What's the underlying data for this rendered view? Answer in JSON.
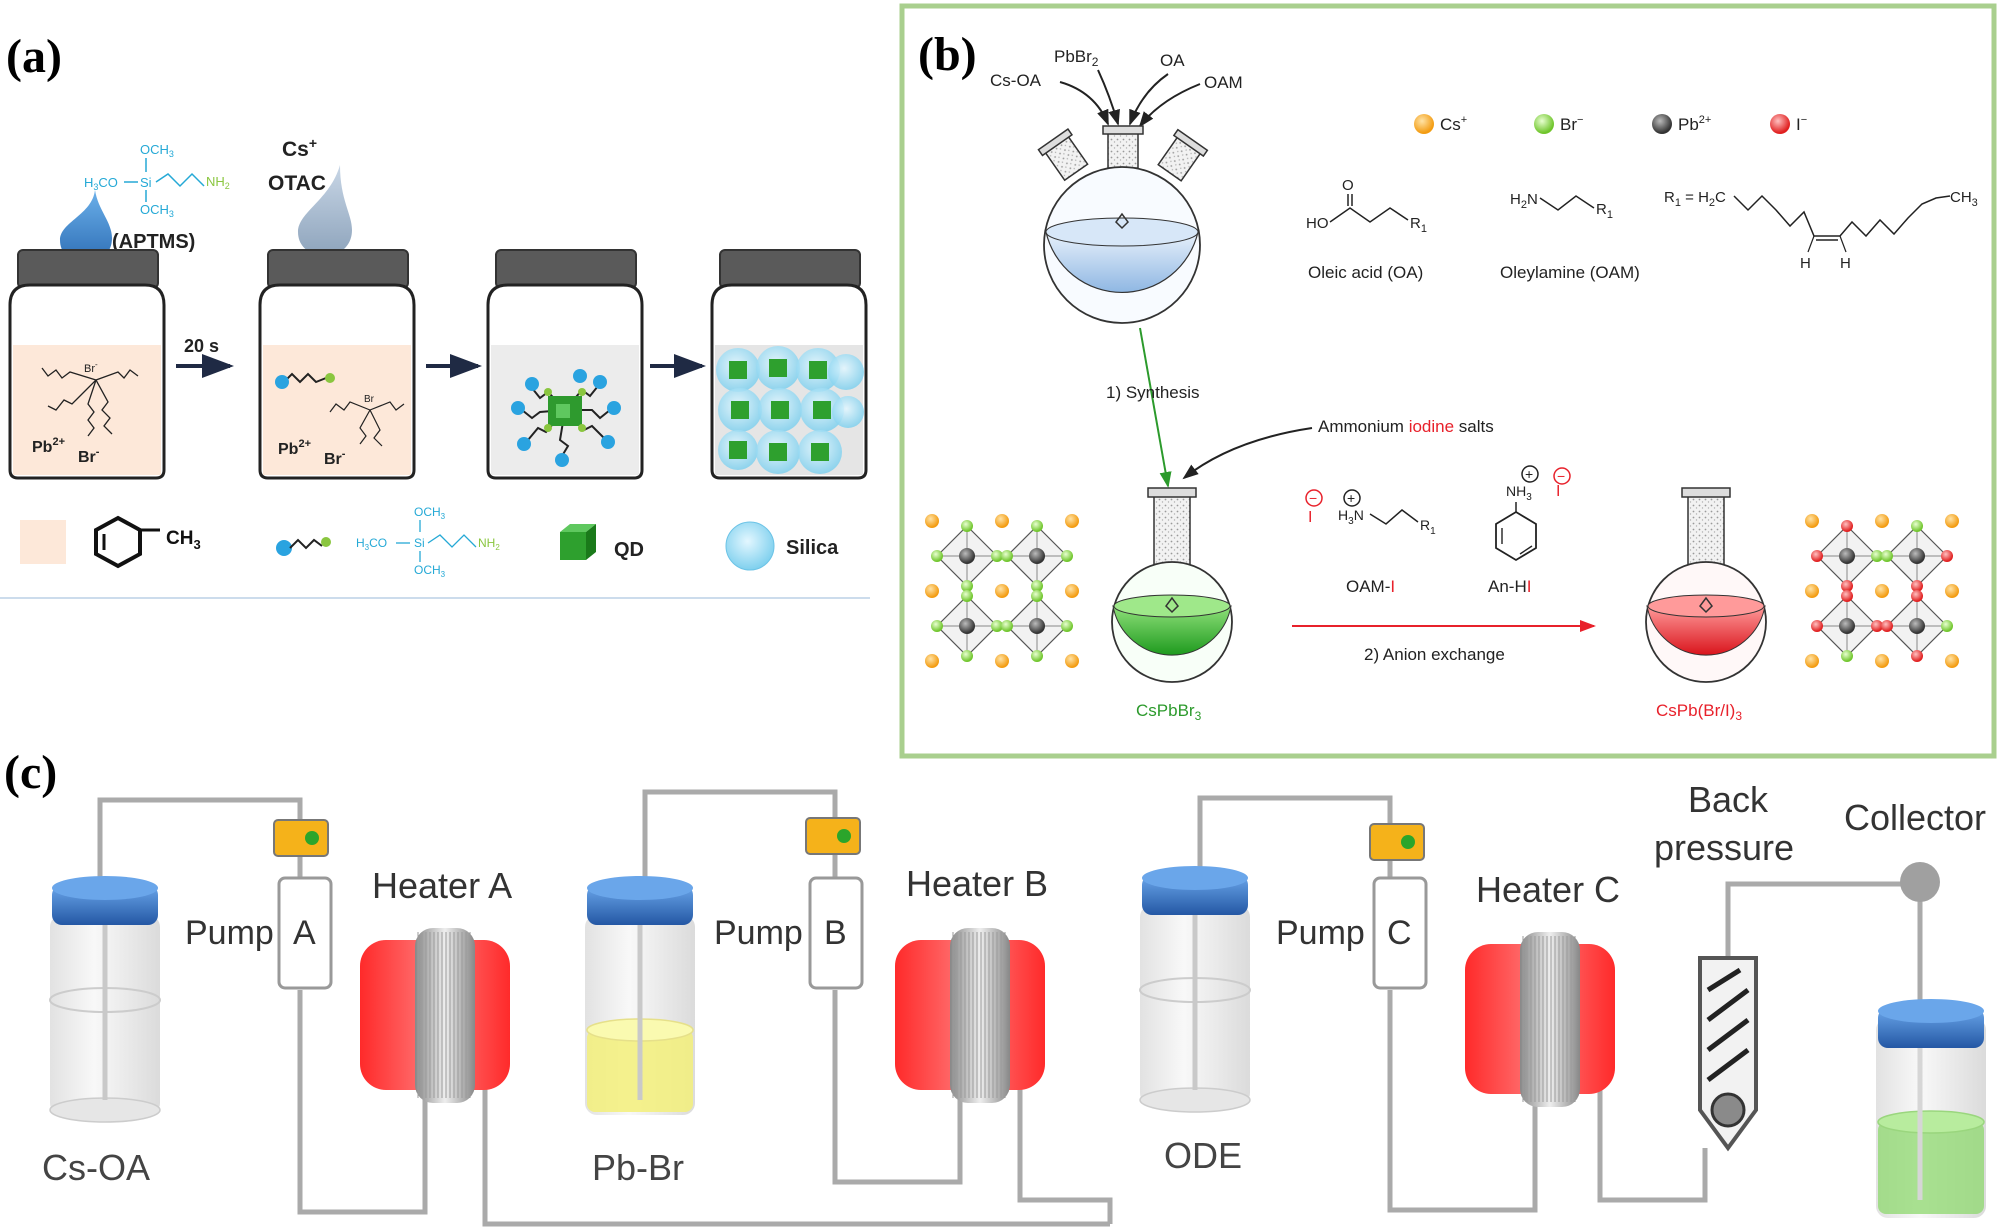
{
  "panel_a": {
    "label": "(a)",
    "aptms_formula": {
      "och3_top": "OCH",
      "och3_top_sub": "3",
      "h3co": "H",
      "h3co_sub": "3",
      "h3co_rest": "CO",
      "si": "Si",
      "nh2": "NH",
      "nh2_sub": "2",
      "och3_bot": "OCH",
      "och3_bot_sub": "3"
    },
    "aptms_label": "(APTMS)",
    "cs_label": "Cs",
    "cs_sup": "+",
    "otac_label": "OTAC",
    "arrow_time": "20 s",
    "jar1": {
      "br_top": "Br",
      "br_top_sup": "-",
      "pb": "Pb",
      "pb_sup": "2+",
      "br_bottom": "Br",
      "br_bottom_sup": "-"
    },
    "jar2": {
      "br_top": "Br",
      "pb": "Pb",
      "pb_sup": "2+",
      "br_bottom": "Br",
      "br_bottom_sup": "-"
    },
    "legend": {
      "toluene": "CH",
      "toluene_sub": "3",
      "formula": {
        "och3_top": "OCH",
        "och3_top_sub": "3",
        "h3co": "H",
        "h3co_sub": "3",
        "h3co_rest": "CO",
        "si": "Si",
        "nh2": "NH",
        "nh2_sub": "2",
        "och3_bot": "OCH",
        "och3_bot_sub": "3"
      },
      "qd": "QD",
      "silica": "Silica"
    }
  },
  "panel_b": {
    "label": "(b)",
    "reagents": {
      "pbbr": "PbBr",
      "pbbr_sub": "2",
      "oa": "OA",
      "csoa": "Cs-OA",
      "oam": "OAM"
    },
    "legend": {
      "cs": "Cs",
      "cs_sup": "+",
      "br": "Br",
      "br_sup": "−",
      "pb": "Pb",
      "pb_sup": "2+",
      "i": "I",
      "i_sup": "−"
    },
    "oleic_acid": "Oleic acid (OA)",
    "oleylamine": "Oleylamine (OAM)",
    "oa_atoms": {
      "o": "O",
      "ho": "HO",
      "r1": "R",
      "r1_sub": "1"
    },
    "oam_atoms": {
      "h2n": "H",
      "h2n_sub": "2",
      "h2n_rest": "N",
      "r1": "R",
      "r1_sub": "1"
    },
    "r1_def": {
      "r1": "R",
      "r1_sub": "1",
      "eq": " = H",
      "eq_sub": "2",
      "eq_rest": "C",
      "ch3": "CH",
      "ch3_sub": "3",
      "h_left": "H",
      "h_right": "H"
    },
    "step1": "1) Synthesis",
    "ammonium_prefix": "Ammonium ",
    "ammonium_iodine": "iodine",
    "ammonium_suffix": " salts",
    "oam_i_left": "OAM-",
    "oam_i_right": "I",
    "anhi_left": "An-H",
    "anhi_right": "I",
    "h3n": "H",
    "h3n_sub": "3",
    "h3n_rest": "N",
    "nh3": "NH",
    "nh3_sub": "3",
    "iodide": "I",
    "minus": "−",
    "plus": "+",
    "salt_r1": "R",
    "salt_r1_sub": "1",
    "step2": "2) Anion exchange",
    "product_green": "CsPbBr",
    "product_green_sub": "3",
    "product_red": "CsPb(Br/I)",
    "product_red_sub": "3"
  },
  "panel_c": {
    "label": "(c)",
    "vial_cs": "Cs-OA",
    "vial_pb": "Pb-Br",
    "vial_ode": "ODE",
    "pump_word": "Pump",
    "pump_a": "A",
    "pump_b": "B",
    "pump_c": "C",
    "heater_a": "Heater A",
    "heater_b": "Heater B",
    "heater_c": "Heater C",
    "back_pressure_1": "Back",
    "back_pressure_2": "pressure",
    "collector": "Collector"
  },
  "colors": {
    "green_frame": "#a9cf8e",
    "heater_red": "#ff3b3b",
    "cap_blue": "#2c6fc2",
    "liquid_green": "#2eaa2e",
    "liquid_red": "#e8212b",
    "flask_blue": "#b9d3ee",
    "cs_orange": "#f6a623",
    "br_green": "#7cd13a",
    "pb_dark": "#444444",
    "i_red": "#ec2a2a",
    "qd_green": "#2ea02e",
    "silica_blue": "#9fdcf4"
  }
}
